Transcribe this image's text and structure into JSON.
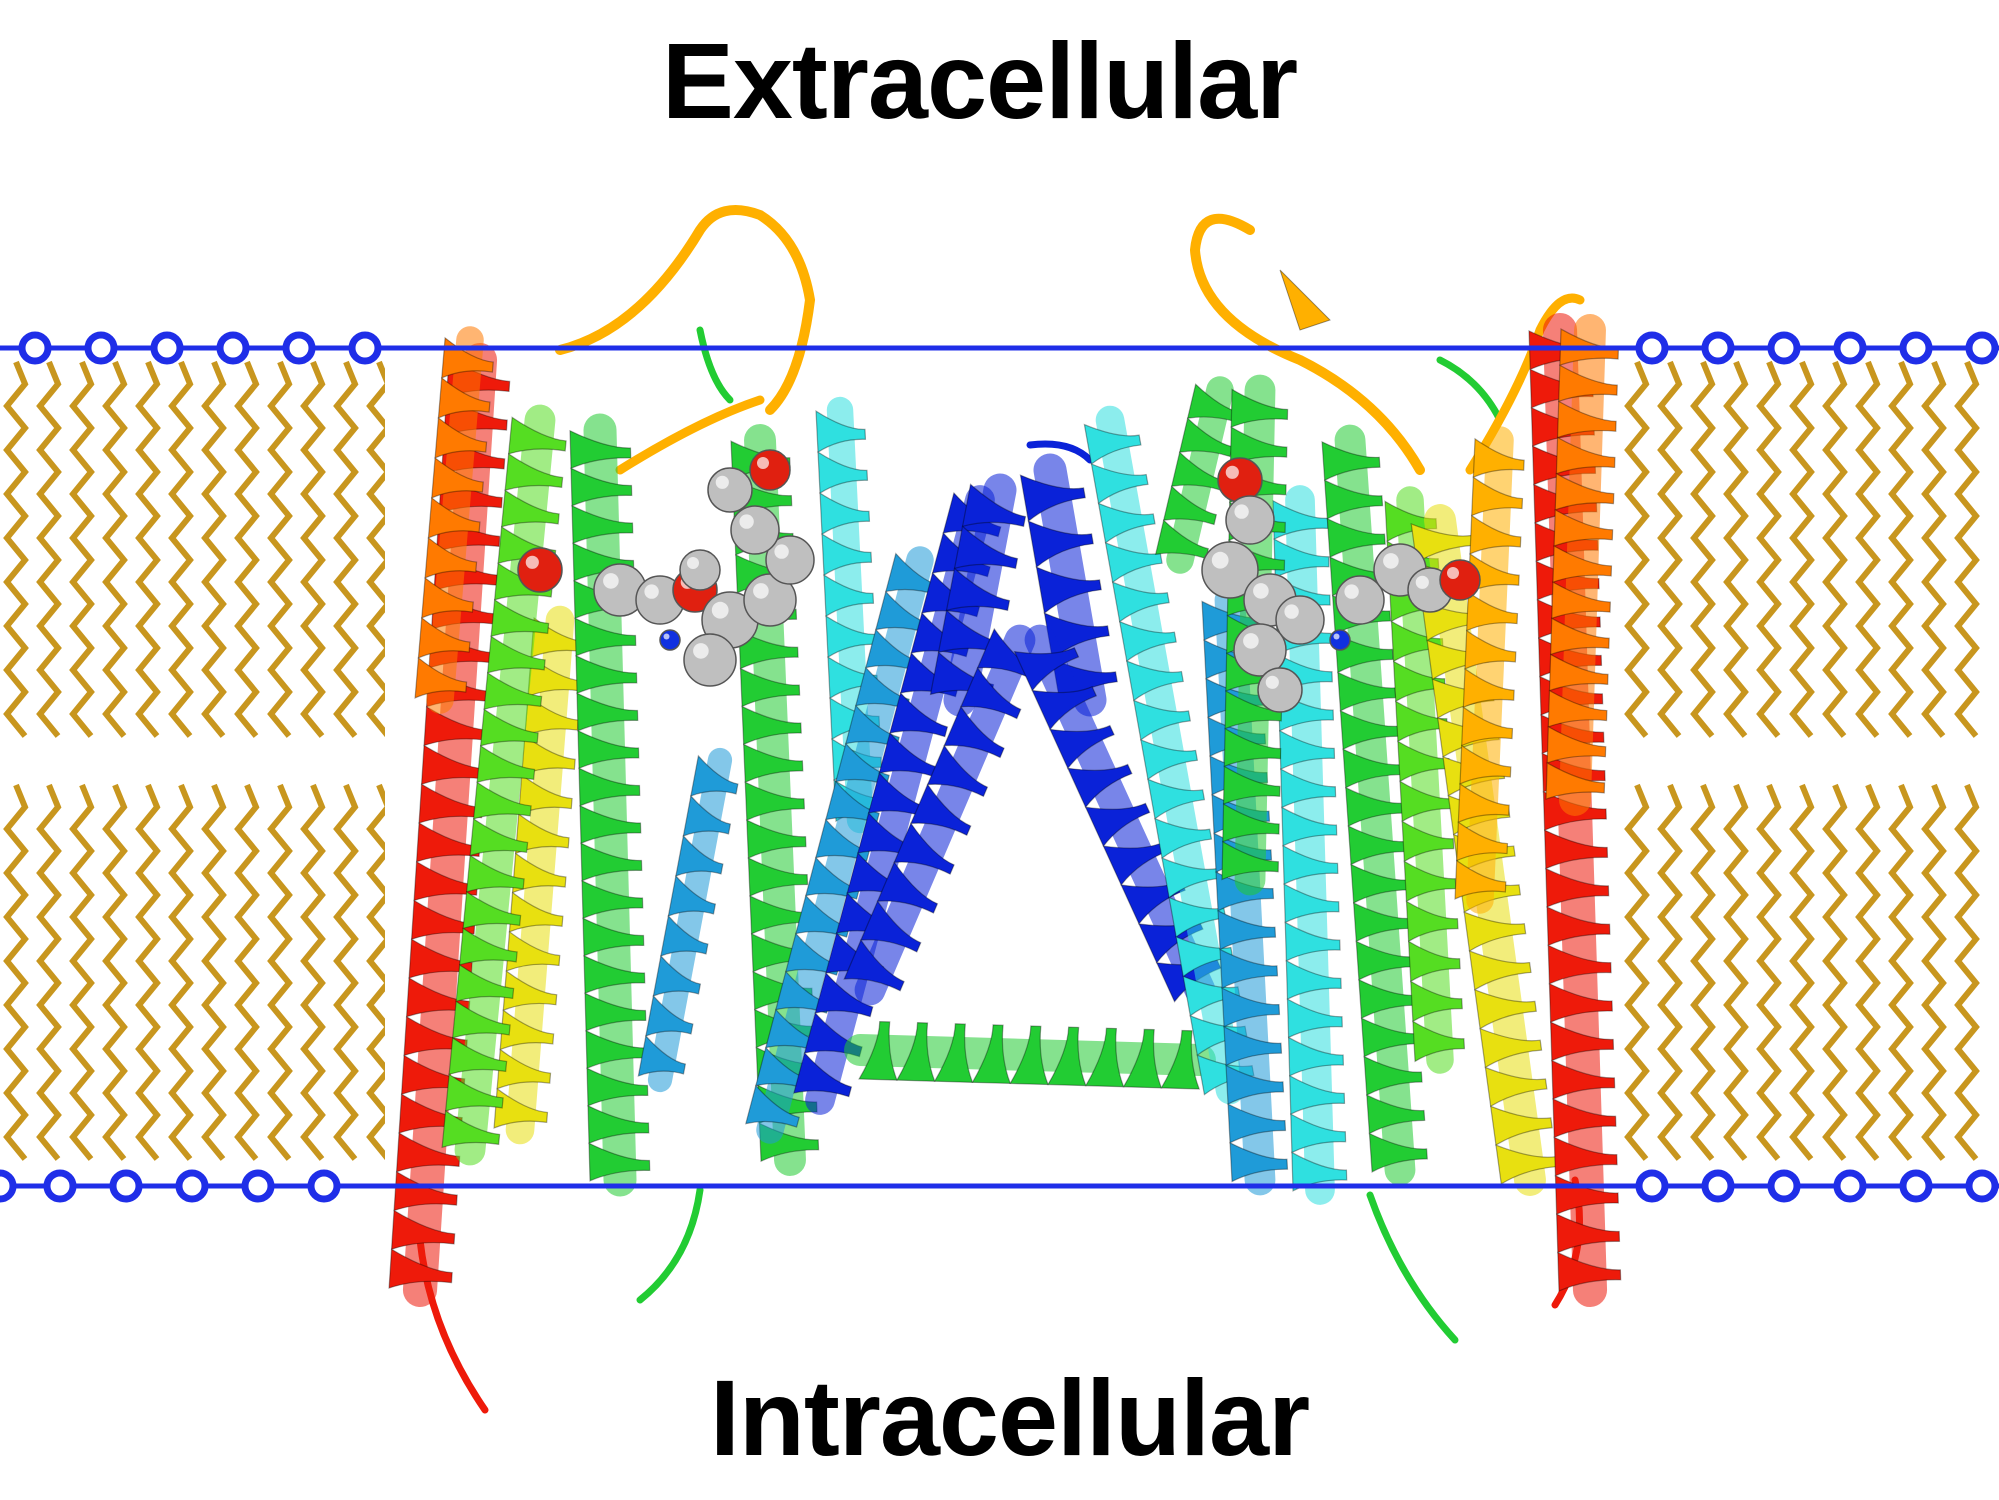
{
  "labels": {
    "top": "Extracellular",
    "bottom": "Intracellular"
  },
  "colors": {
    "membrane_line": "#1f2ee8",
    "lipid_tail": "#c8961e",
    "headgroup_fill": "#ffffff",
    "ligand_carbon": "#bfbfbf",
    "ligand_oxygen": "#e02010",
    "ligand_nitrogen": "#1030e0",
    "helix_gradient": [
      "#0a22d8",
      "#1f9bd8",
      "#2fe0e0",
      "#22cc33",
      "#55dd22",
      "#e8e010",
      "#ffb000",
      "#ff7a00",
      "#ee1a0a"
    ]
  },
  "elements": {
    "membrane": "lipid-bilayer",
    "protein": "dimeric-transporter-ribbon",
    "ligands": "space-filling-ligand"
  }
}
